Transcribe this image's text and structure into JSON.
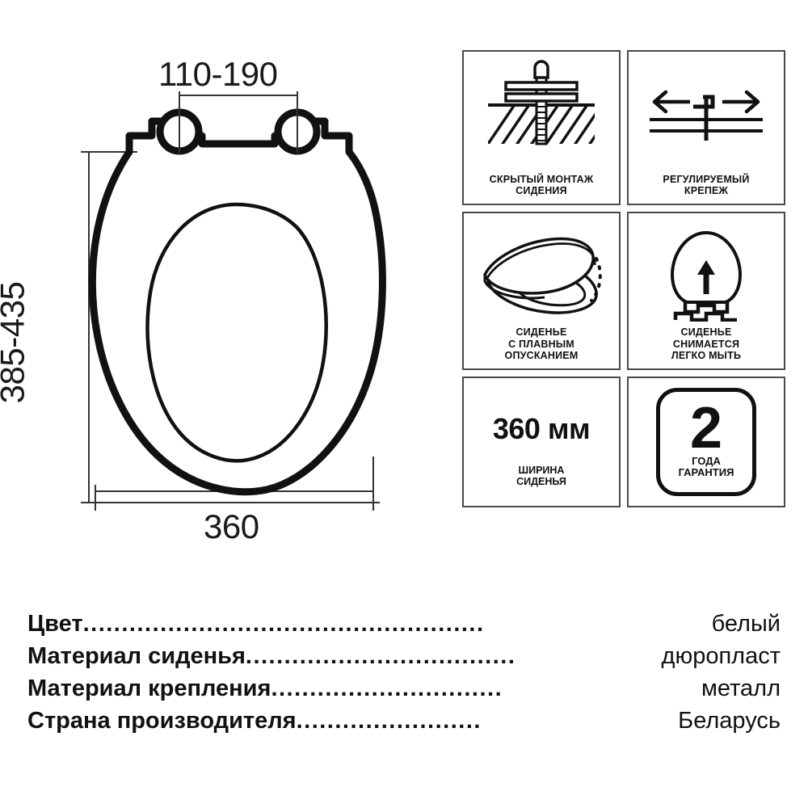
{
  "drawing": {
    "dim_top": "110-190",
    "dim_left": "385-435",
    "dim_bottom": "360"
  },
  "features": [
    {
      "icon": "hidden-mount-screw-icon",
      "caption_lines": [
        "СКРЫТЫЙ МОНТАЖ",
        "СИДЕНИЯ"
      ]
    },
    {
      "icon": "adjustable-fastener-arrows-icon",
      "caption_lines": [
        "РЕГУЛИРУЕМЫЙ",
        "КРЕПЕЖ"
      ]
    },
    {
      "icon": "soft-close-seat-icon",
      "caption_lines": [
        "СИДЕНЬЕ",
        "С ПЛАВНЫМ",
        "ОПУСКАНИЕМ"
      ]
    },
    {
      "icon": "removable-seat-arrow-icon",
      "caption_lines": [
        "СИДЕНЬЕ",
        "СНИМАЕТСЯ",
        "ЛЕГКО МЫТЬ"
      ]
    }
  ],
  "width_box": {
    "value": "360 мм",
    "caption_lines": [
      "ШИРИНА",
      "СИДЕНЬЯ"
    ]
  },
  "warranty_box": {
    "number": "2",
    "caption_lines": [
      "ГОДА",
      "ГАРАНТИЯ"
    ]
  },
  "specifications": [
    {
      "label": "Цвет",
      "leader": "....................................................",
      "value": "белый"
    },
    {
      "label": "Материал сиденья",
      "leader": "...................................",
      "value": "дюропласт"
    },
    {
      "label": "Материал крепления",
      "leader": "..............................",
      "value": "металл"
    },
    {
      "label": "Страна производителя",
      "leader": "........................",
      "value": "Беларусь"
    }
  ],
  "colors": {
    "line": "#111111",
    "box_border": "#4a4a4a",
    "background": "#ffffff"
  }
}
